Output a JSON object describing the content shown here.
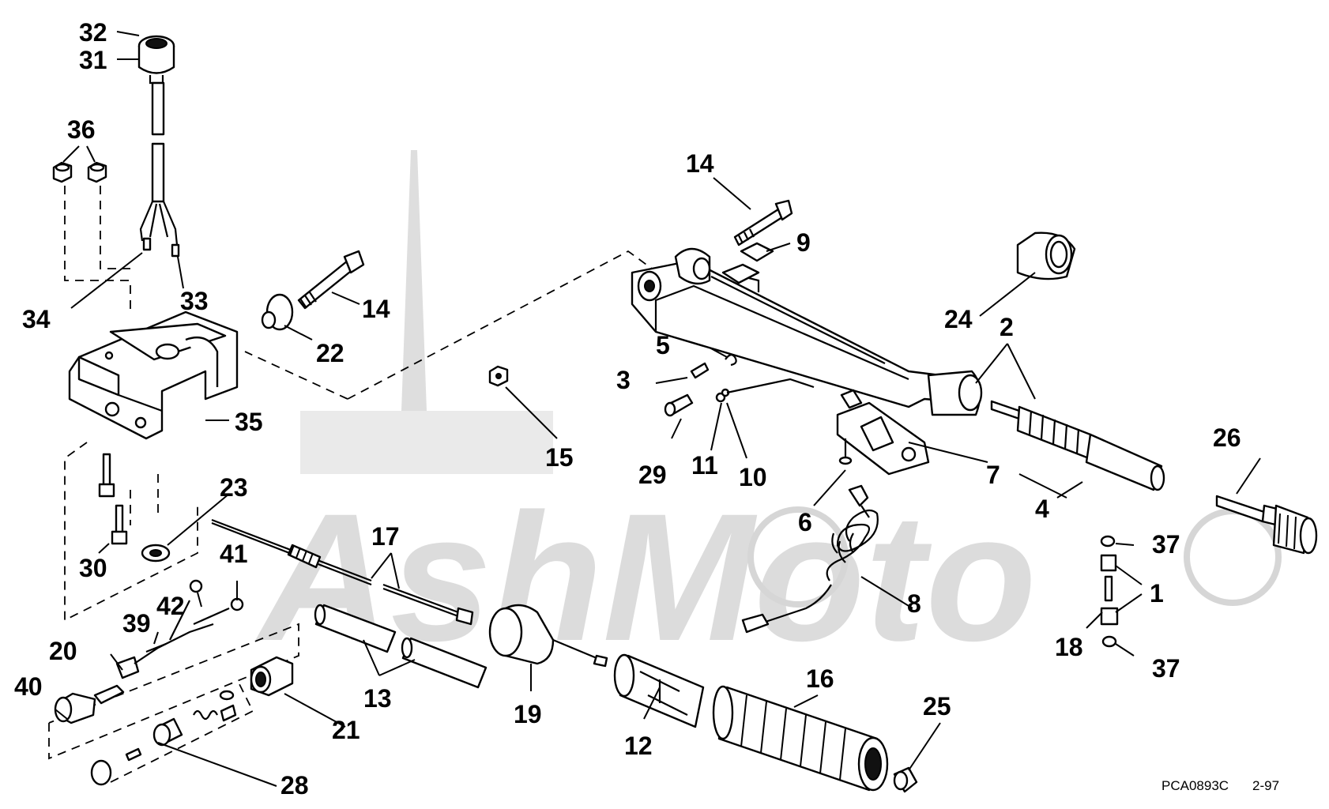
{
  "diagram": {
    "part_numbers": [
      "1",
      "2",
      "3",
      "4",
      "5",
      "6",
      "7",
      "8",
      "9",
      "10",
      "11",
      "12",
      "13",
      "14",
      "14",
      "15",
      "16",
      "17",
      "18",
      "19",
      "20",
      "21",
      "22",
      "23",
      "24",
      "25",
      "26",
      "28",
      "29",
      "30",
      "31",
      "32",
      "33",
      "34",
      "35",
      "36",
      "37",
      "37",
      "39",
      "40",
      "41",
      "42"
    ],
    "footer_code": "PCA0893C",
    "footer_date": "2-97",
    "watermark": "AshMoto"
  }
}
